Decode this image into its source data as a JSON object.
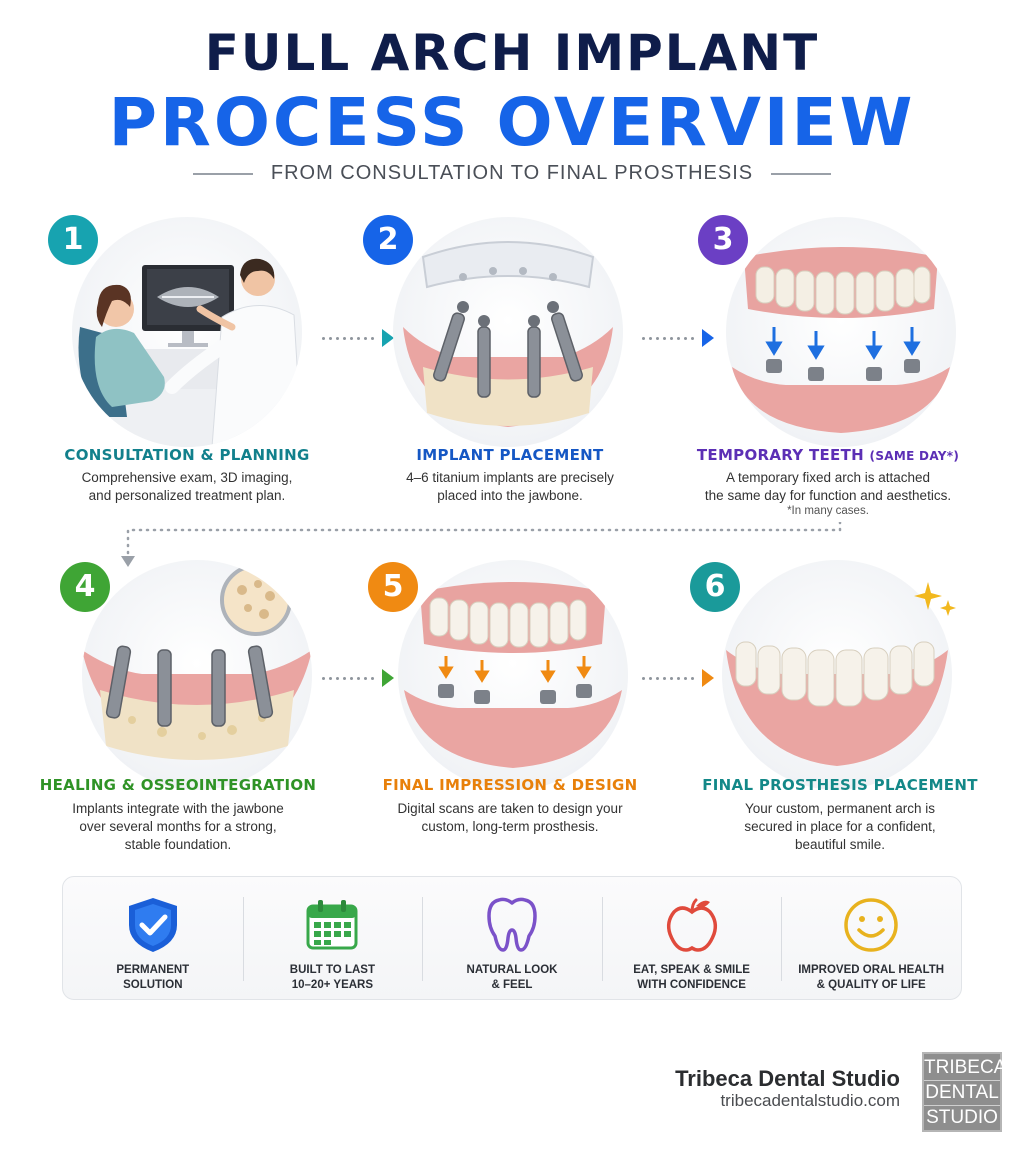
{
  "header": {
    "title_line1": "FULL ARCH IMPLANT",
    "title_line2": "PROCESS OVERVIEW",
    "subtitle": "FROM CONSULTATION TO FINAL PROSTHESIS"
  },
  "colors": {
    "navy": "#0f1d4a",
    "blue": "#1664e8",
    "step1": "#17a3b0",
    "step2": "#1664e8",
    "step3": "#6b3fc4",
    "step4": "#3fa535",
    "step5": "#f08a12",
    "step6": "#1a9a9a"
  },
  "steps": [
    {
      "number": "1",
      "title": "CONSULTATION & PLANNING",
      "desc_line1": "Comprehensive exam, 3D imaging,",
      "desc_line2": "and personalized treatment plan.",
      "desc_line3": "",
      "note": ""
    },
    {
      "number": "2",
      "title": "IMPLANT PLACEMENT",
      "desc_line1": "4–6 titanium implants are precisely",
      "desc_line2": "placed into the jawbone.",
      "desc_line3": "",
      "note": ""
    },
    {
      "number": "3",
      "title": "TEMPORARY TEETH",
      "title_suffix": "(SAME DAY*)",
      "desc_line1": "A temporary fixed arch is attached",
      "desc_line2": "the same day for function and aesthetics.",
      "desc_line3": "",
      "note": "*In many cases."
    },
    {
      "number": "4",
      "title": "HEALING & OSSEOINTEGRATION",
      "desc_line1": "Implants integrate with the jawbone",
      "desc_line2": "over several months for a strong,",
      "desc_line3": "stable foundation.",
      "note": ""
    },
    {
      "number": "5",
      "title": "FINAL IMPRESSION & DESIGN",
      "desc_line1": "Digital scans are taken to design your",
      "desc_line2": "custom, long-term prosthesis.",
      "desc_line3": "",
      "note": ""
    },
    {
      "number": "6",
      "title": "FINAL PROSTHESIS PLACEMENT",
      "desc_line1": "Your custom, permanent arch is",
      "desc_line2": "secured in place for a confident,",
      "desc_line3": "beautiful smile.",
      "note": ""
    }
  ],
  "benefits": [
    {
      "icon": "shield-check-icon",
      "label": "PERMANENT\nSOLUTION"
    },
    {
      "icon": "calendar-icon",
      "label": "BUILT TO LAST\n10–20+ YEARS"
    },
    {
      "icon": "tooth-icon",
      "label": "NATURAL LOOK\n& FEEL"
    },
    {
      "icon": "apple-icon",
      "label": "EAT, SPEAK & SMILE\nWITH CONFIDENCE"
    },
    {
      "icon": "smiley-icon",
      "label": "IMPROVED ORAL HEALTH\n& QUALITY OF LIFE"
    }
  ],
  "footer": {
    "brand_name": "Tribeca Dental Studio",
    "brand_url": "tribecadentalstudio.com",
    "logo_line1": "TRIBECA",
    "logo_line2": "DENTAL",
    "logo_line3": "STUDIO"
  }
}
